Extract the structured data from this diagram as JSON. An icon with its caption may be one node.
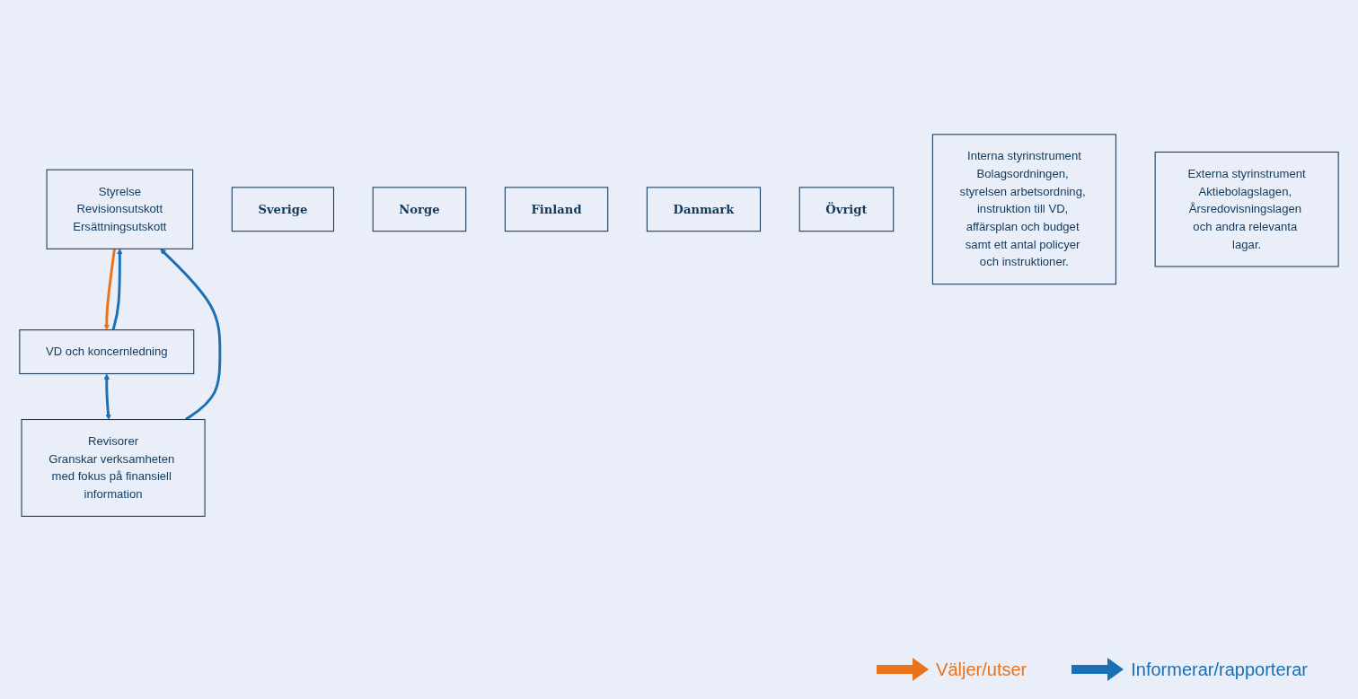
{
  "diagram": {
    "nodes": [
      {
        "text": [
          "Styrelse",
          "Revisionsutskott",
          "Ersättningsutskott"
        ]
      },
      {
        "text": [
          "Revisorer",
          "Granskar verksamheten med fokus på finansiell information"
        ]
      },
      {
        "text": [
          "VD och koncernledning"
        ]
      },
      {
        "text": [
          "Sverige"
        ]
      },
      {
        "text": [
          "Norge"
        ]
      },
      {
        "text": [
          "Finland"
        ]
      },
      {
        "text": [
          "Danmark"
        ]
      },
      {
        "text": [
          "Övrigt"
        ]
      },
      {
        "text": [
          "Interna styrinstrument",
          "Bolagsordningen, styrelsen arbetsordning, instruktion till VD, affärsplan och budget samt ett antal policyer och instruktioner."
        ]
      },
      {
        "text": [
          "Externa styrinstrument",
          "Aktiebolagslagen, Årsredovisningslagen och andra relevanta lagar."
        ]
      }
    ],
    "edges": [
      {
        "from": 1,
        "to": 0,
        "arrow": "to"
      },
      {
        "from": 0,
        "to": 2,
        "arrow": "to",
        "color": "#e8731a"
      },
      {
        "from": 2,
        "to": 0,
        "arrow": "to"
      },
      {
        "from": 2,
        "to": 1,
        "arrow": "both"
      }
    ],
    "legend": [
      {
        "text": "Väljer/utser",
        "color": "#e8731a"
      },
      {
        "text": "Informerar/rapporterar",
        "color": "#1a6fb5"
      }
    ]
  }
}
